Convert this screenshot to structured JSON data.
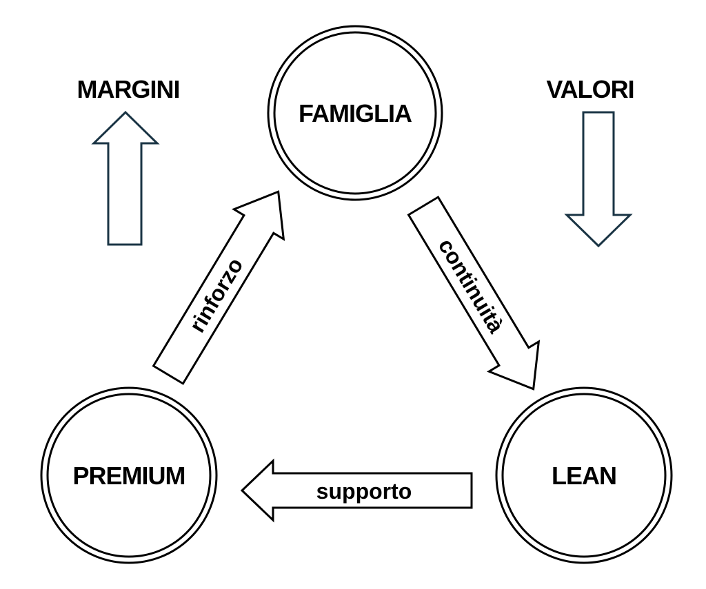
{
  "diagram": {
    "nodes": {
      "famiglia": "FAMIGLIA",
      "premium": "PREMIUM",
      "lean": "LEAN"
    },
    "edges": {
      "rinforzo": "rinforzo",
      "continuita": "continuità",
      "supporto": "supporto"
    },
    "side_labels": {
      "margini": "MARGINI",
      "valori": "VALORI"
    },
    "colors": {
      "outline": "#000000",
      "side_arrow_outline": "#1a3444",
      "background": "#ffffff"
    }
  }
}
